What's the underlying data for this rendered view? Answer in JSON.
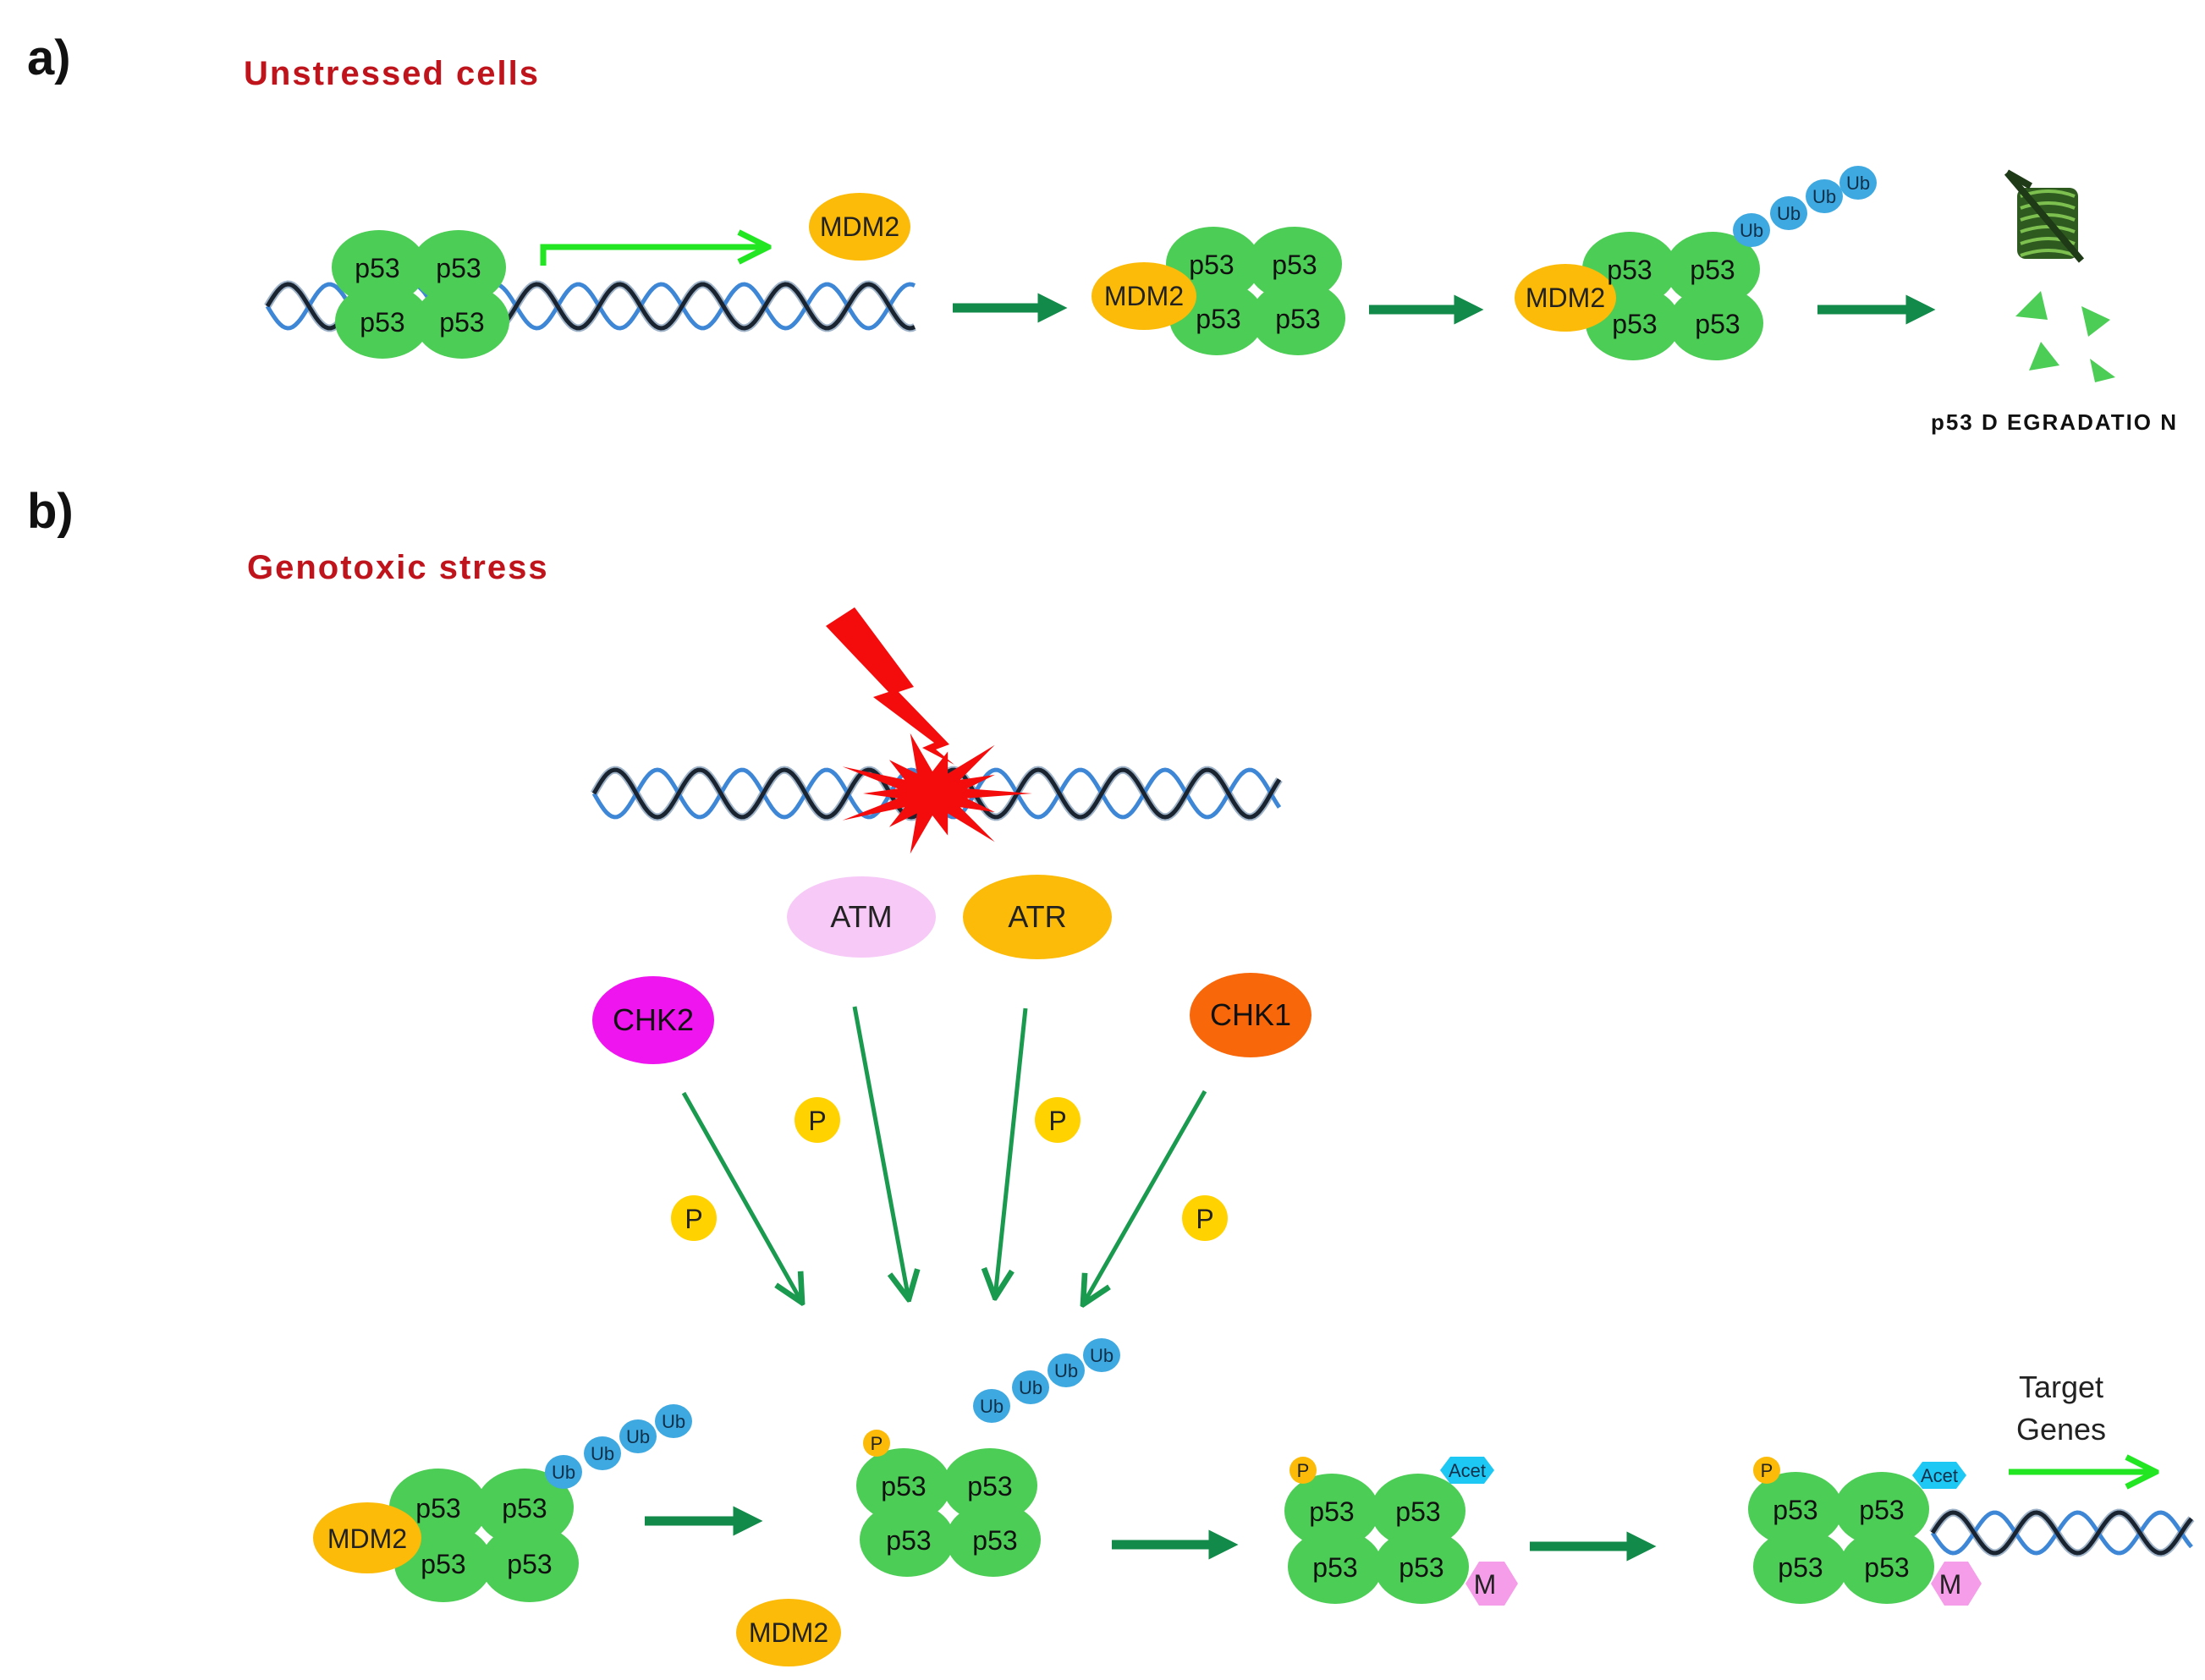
{
  "panel_a": {
    "letter": "a)",
    "title": "Unstressed cells",
    "p53": "p53",
    "mdm2": "MDM2",
    "ub": "Ub",
    "degradation": "p53 D EGRADATIO N"
  },
  "panel_b": {
    "letter": "b)",
    "title": "Genotoxic stress",
    "atm": "ATM",
    "atr": "ATR",
    "chk2": "CHK2",
    "chk1": "CHK1",
    "phospho": "P",
    "p53": "p53",
    "mdm2": "MDM2",
    "ub": "Ub",
    "acet": "Acet",
    "methyl": "M",
    "target_line1": "Target",
    "target_line2": "Genes"
  },
  "colors": {
    "title_red": "#c0141c",
    "p53_green": "#4ccd55",
    "mdm2_orange": "#fbbb08",
    "ub_blue": "#3ea8e0",
    "arrow_dark_green": "#128a4a",
    "arrow_bright_green": "#22e622",
    "atm_pink": "#f7c9f7",
    "chk2_magenta": "#ee15ee",
    "chk1_orange": "#f8680a",
    "acet_cyan": "#1ec8f5",
    "methyl_pink": "#f59de8",
    "lightning_red": "#f40c0c",
    "dna_dark": "#1a2330",
    "dna_blue": "#3e87d6"
  }
}
